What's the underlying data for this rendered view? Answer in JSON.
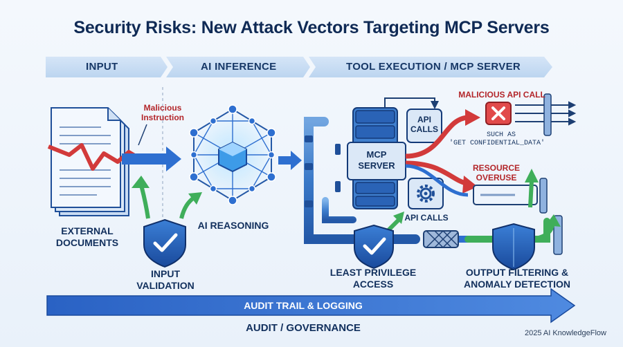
{
  "title": "Security Risks: New Attack Vectors Targeting MCP Servers",
  "stages": {
    "input": "INPUT",
    "inference": "AI INFERENCE",
    "tool": "TOOL EXECUTION / MCP SERVER"
  },
  "labels": {
    "malicious_instruction": "Malicious Instruction",
    "external_documents": "EXTERNAL DOCUMENTS",
    "input_validation": "INPUT VALIDATION",
    "ai_reasoning": "AI REASONING",
    "mcp_server": "MCP SERVER",
    "api_calls_top": "API CALLS",
    "api_calls_bottom": "API CALLS",
    "malicious_api_call": "MALICIOUS API CALL",
    "such_as": "SUCH AS",
    "confidential_call": "'GET CONFIDENTIAL_DATA'",
    "resource_overuse": "RESOURCE OVERUSE",
    "least_privilege": "LEAST PRIVILEGE ACCESS",
    "output_filtering": "OUTPUT FILTERING & ANOMALY DETECTION",
    "audit_trail": "AUDIT TRAIL & LOGGING",
    "audit_governance": "AUDIT / GOVERNANCE"
  },
  "footer": "2025 AI KnowledgeFlow",
  "colors": {
    "navy": "#12305d",
    "blue": "#2e6fd0",
    "red": "#d23a3a",
    "green": "#3fae5a"
  },
  "icons": [
    "document-stack-icon",
    "shield-check-icon",
    "neural-cube-icon",
    "server-rack-icon",
    "gear-icon",
    "x-mark-icon"
  ]
}
